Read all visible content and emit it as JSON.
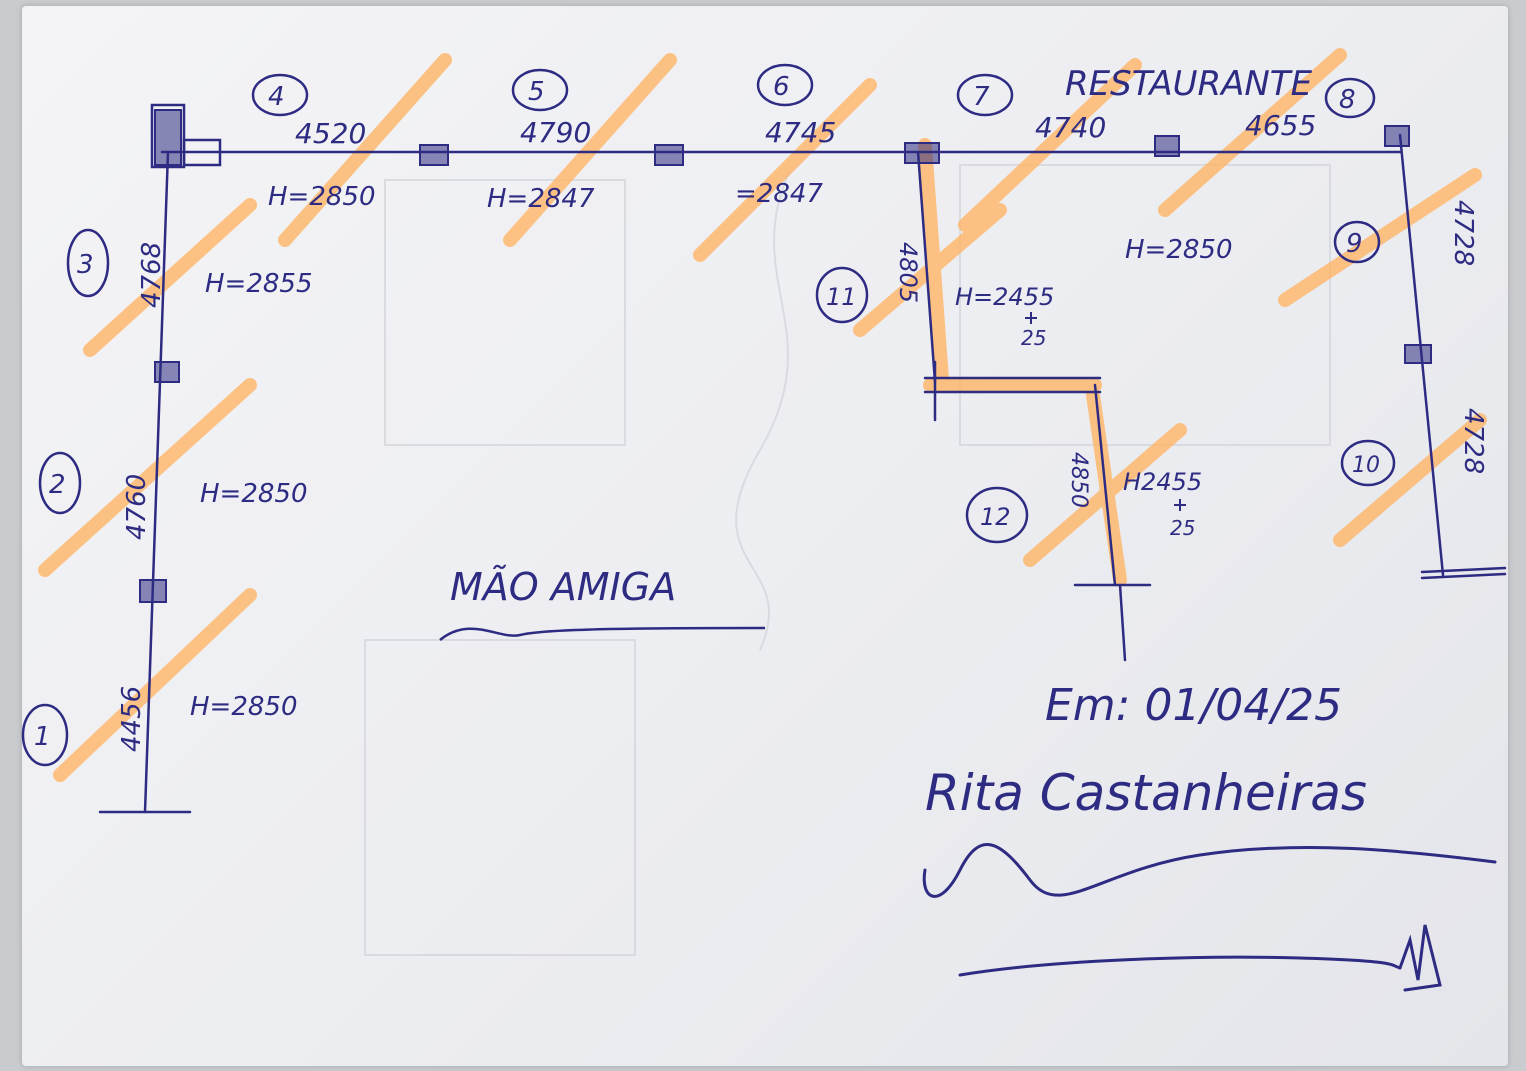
{
  "colors": {
    "ink": "#2d2b82",
    "highlighter": "#ffb463",
    "paper": "#efeff2"
  },
  "labels": {
    "restaurant": "RESTAURANTE",
    "mao_amiga": "MÃO AMIGA",
    "date": "Em: 01/04/25",
    "signature": "Rita Castanheiras"
  },
  "segments": [
    {
      "id": "1",
      "length": "4456",
      "height": "H=2850"
    },
    {
      "id": "2",
      "length": "4760",
      "height": "H=2850"
    },
    {
      "id": "3",
      "length": "4768",
      "height": "H=2855"
    },
    {
      "id": "4",
      "length": "4520",
      "height": "H=2850"
    },
    {
      "id": "5",
      "length": "4790",
      "height": "H=2847"
    },
    {
      "id": "6",
      "length": "4745",
      "height": "=2847"
    },
    {
      "id": "7",
      "length": "4740",
      "height": "H=2850"
    },
    {
      "id": "8",
      "length": "4655",
      "height": ""
    },
    {
      "id": "9",
      "length": "4728",
      "height": ""
    },
    {
      "id": "10",
      "length": "4728",
      "height": ""
    },
    {
      "id": "11",
      "length": "4805",
      "height": "H=2455",
      "extra": "25"
    },
    {
      "id": "12",
      "length": "4850",
      "height": "H2455",
      "extra": "25"
    }
  ]
}
